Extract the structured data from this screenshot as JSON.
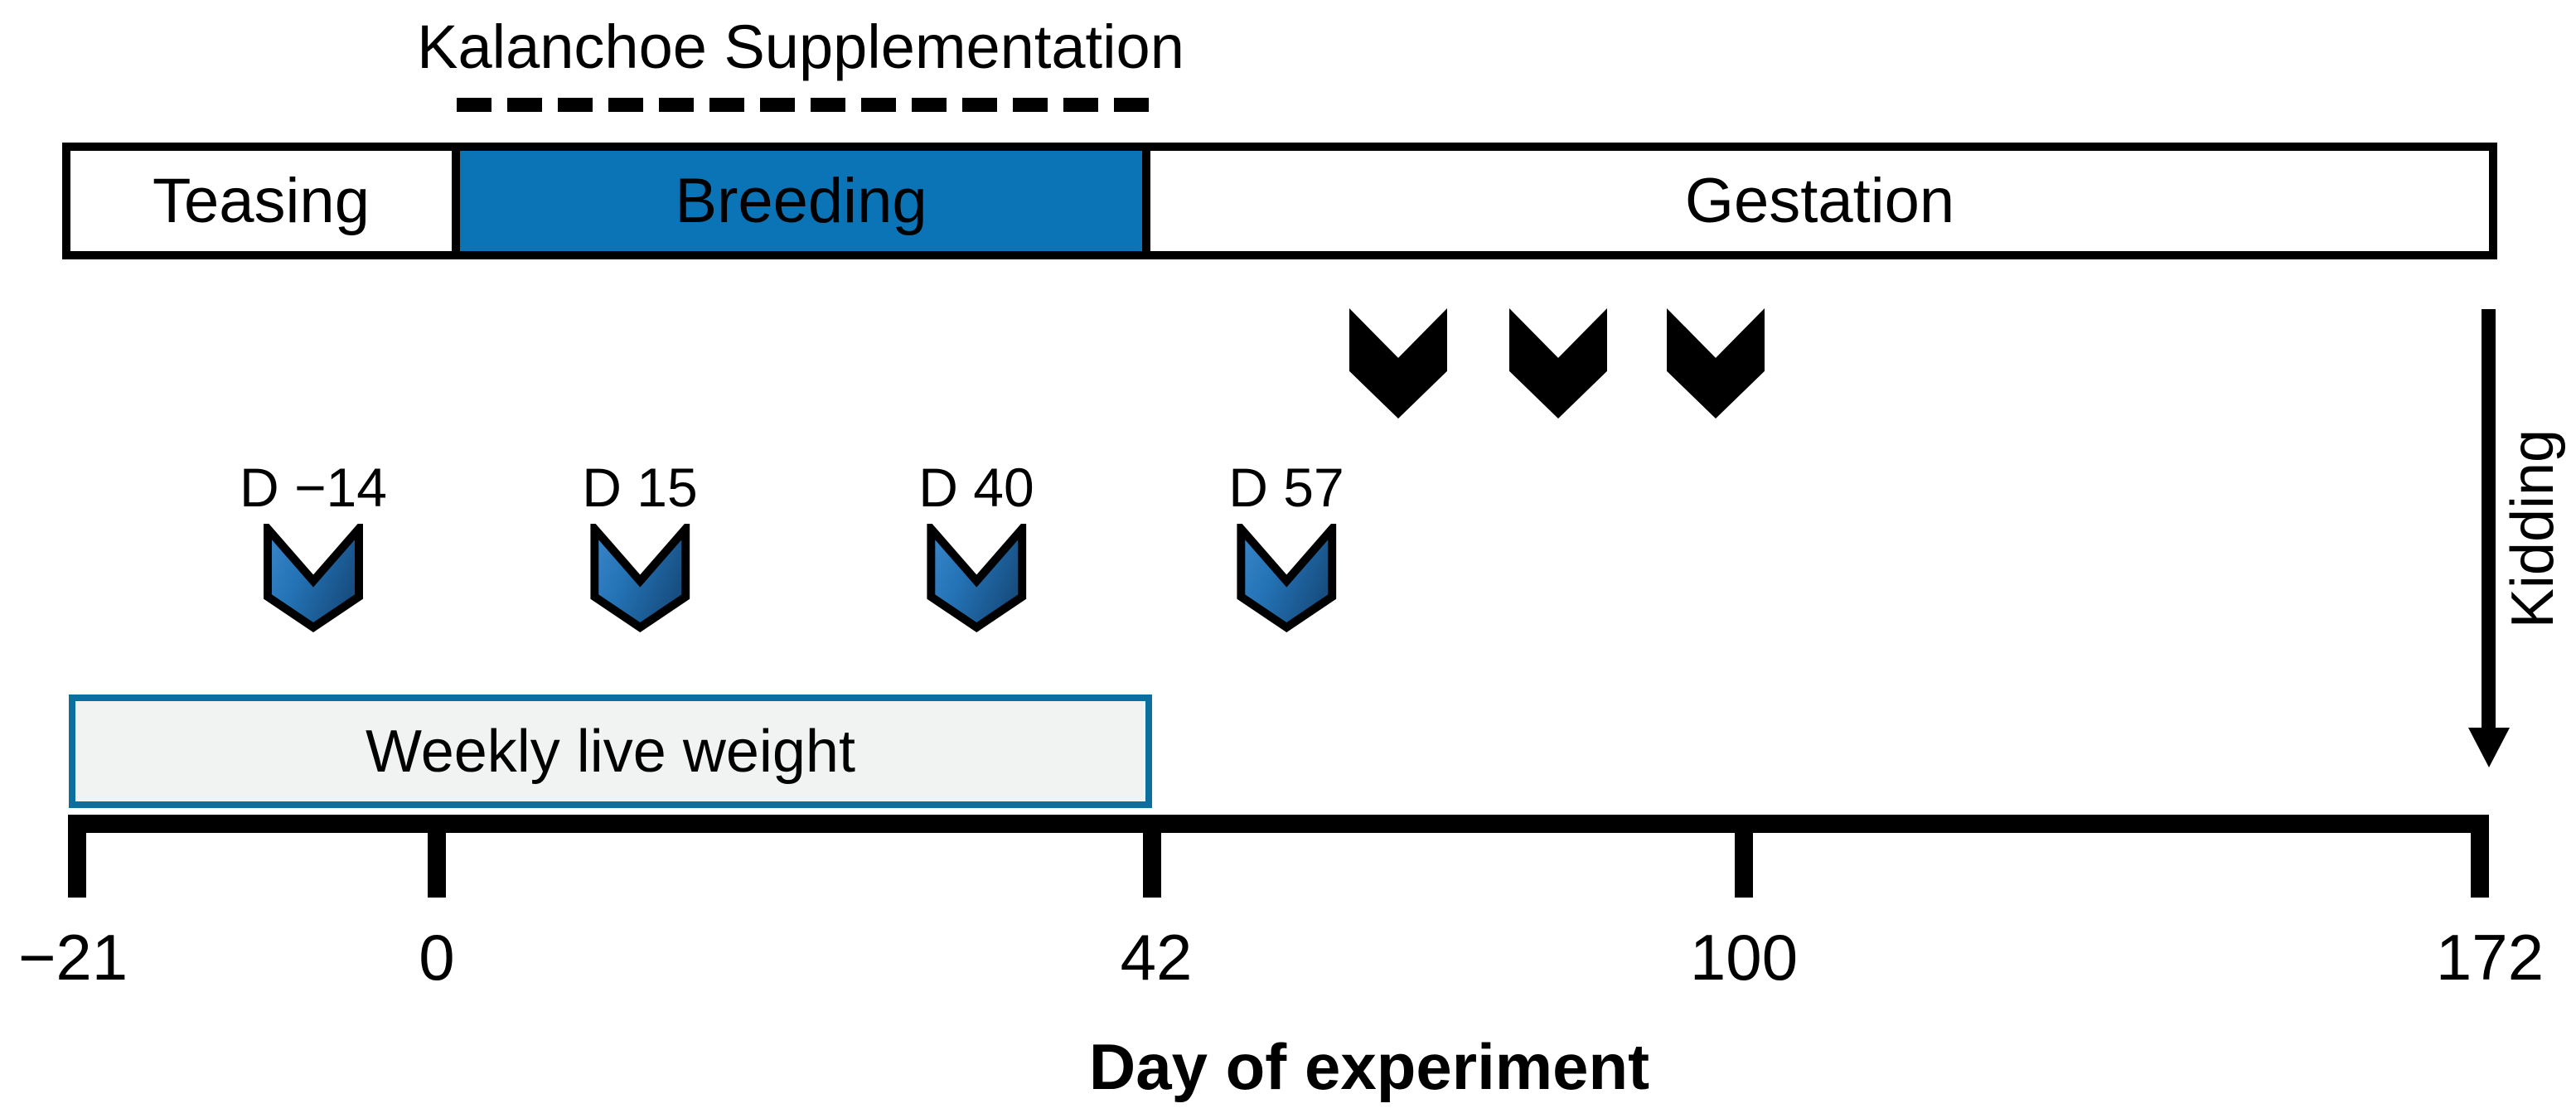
{
  "figure": {
    "supplementation_label": "Kalanchoe Supplementation",
    "weekly_label": "Weekly live weight",
    "kidding_label": "Kidding",
    "axis_title": "Day of experiment"
  },
  "phases": [
    {
      "label": "Teasing"
    },
    {
      "label": "Breeding"
    },
    {
      "label": "Gestation"
    }
  ],
  "sampling_days": [
    {
      "label": "D −14"
    },
    {
      "label": "D 15"
    },
    {
      "label": "D 40"
    },
    {
      "label": "D 57"
    }
  ],
  "axis": {
    "ticks": [
      {
        "label": "−21"
      },
      {
        "label": "0"
      },
      {
        "label": "42"
      },
      {
        "label": "100"
      },
      {
        "label": "172"
      }
    ]
  },
  "colors": {
    "breeding_fill": "#0a74b6",
    "weekly_border": "#0b709e",
    "weekly_fill": "#f1f2f2",
    "chevron_gradient_start": "#3b87ca",
    "chevron_gradient_end": "#174e81",
    "line_black": "#000000"
  },
  "chart_data": {
    "type": "timeline",
    "xlabel": "Day of experiment",
    "axis_ticks": [
      -21,
      0,
      42,
      100,
      172
    ],
    "phases": [
      {
        "name": "Teasing",
        "start": -21,
        "end": 0,
        "fill": "white"
      },
      {
        "name": "Breeding",
        "start": 0,
        "end": 42,
        "fill": "#0a74b6"
      },
      {
        "name": "Gestation",
        "start": 42,
        "end": 172,
        "fill": "white"
      }
    ],
    "kalanchoe_supplementation_span": {
      "start": 0,
      "end": 42,
      "style": "dashed-line"
    },
    "sampling_days": [
      -14,
      15,
      40,
      57
    ],
    "weekly_live_weight_span": {
      "start": -21,
      "end": 42
    },
    "gestation_event_arrows_count": 3,
    "kidding_day": 172
  }
}
